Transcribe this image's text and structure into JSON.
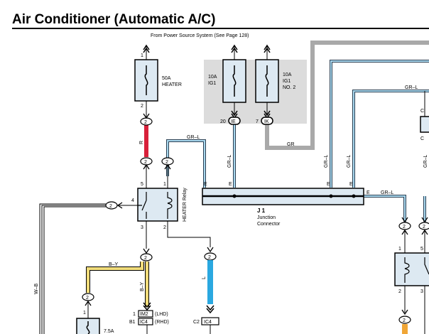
{
  "title": "Air Conditioner (Automatic A/C)",
  "source_note": "From Power Source System (See Page 128)",
  "fuses": [
    {
      "rating": "50A",
      "name": "HEATER",
      "name2": "",
      "pin_top": "1",
      "pin_bottom": "2"
    },
    {
      "rating": "10A",
      "name": "IG1",
      "name2": ""
    },
    {
      "rating": "10A",
      "name": "IG1",
      "name2": "NO. 2"
    },
    {
      "rating": "7.5A",
      "name": ""
    }
  ],
  "connectors": {
    "ie": {
      "pin": "20",
      "label": "IE"
    },
    "ik": {
      "pin": "7",
      "label": "IK"
    },
    "im2": {
      "pin": "1",
      "label": "IM2",
      "note": "(LHD)"
    },
    "ic4_a": {
      "pin": "B1",
      "label": "IC4",
      "note": "(RHD)"
    },
    "ic4_b": {
      "pin": "C2",
      "label": "IC4"
    }
  },
  "splices": {
    "two": "2",
    "one": "1",
    "c": "C"
  },
  "relay": {
    "name": "HEATER Relay",
    "pins": {
      "p1": "1",
      "p2": "2",
      "p3": "3",
      "p4": "4",
      "p5": "5"
    }
  },
  "right_relay_pins": {
    "p1": "1",
    "p2": "2",
    "p3": "3",
    "p5": "5"
  },
  "junction": {
    "id": "J 1",
    "name": "Junction",
    "name2": "Connector",
    "pin": "E"
  },
  "wire_colors": {
    "r": "R",
    "gr_l": "GR–L",
    "gr": "GR",
    "b_y": "B–Y",
    "l": "L",
    "w_b": "W–B"
  },
  "colors": {
    "red": "#d8203a",
    "yellow": "#f1dc7a",
    "blue": "#2aa8e0",
    "light_blue": "#a9d8ee",
    "gray": "#a9a9a9",
    "panel": "#dcdcdc",
    "component_fill": "#dde9f2",
    "orange": "#f0a636"
  }
}
